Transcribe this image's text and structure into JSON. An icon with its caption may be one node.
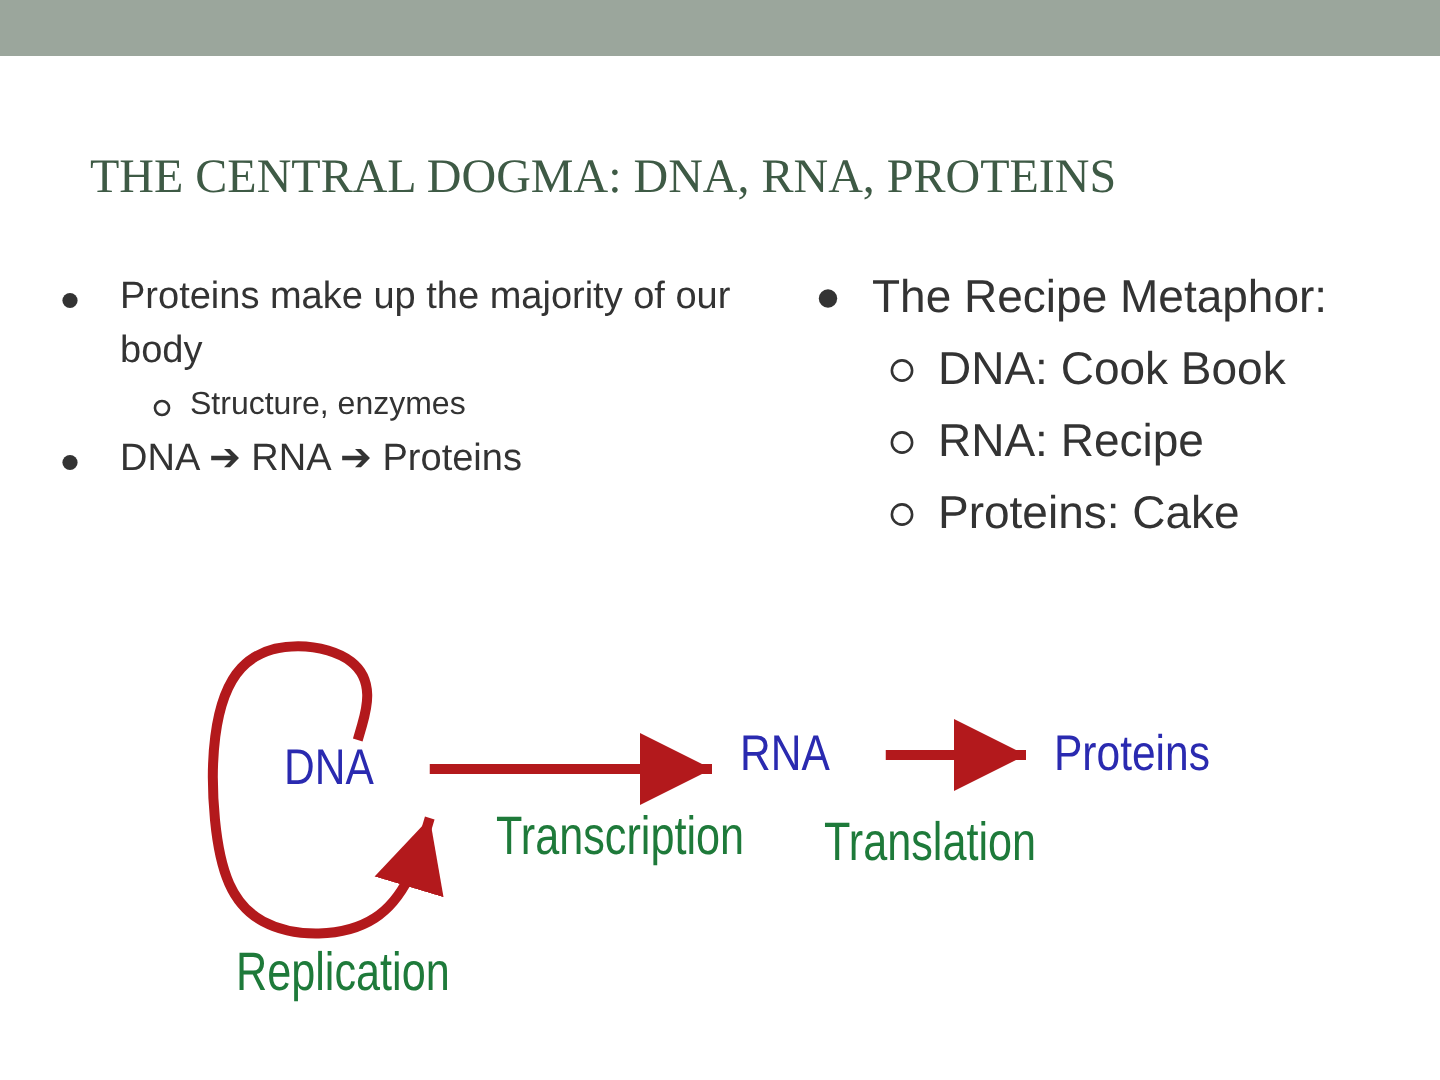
{
  "diagram": {
    "title": "THE CENTRAL DOGMA: DNA, RNA, PROTEINS",
    "nodes": [
      {
        "text": [
          "DNA"
        ]
      },
      {
        "text": [
          "RNA"
        ]
      },
      {
        "text": [
          "Proteins"
        ]
      }
    ],
    "edges": [
      {
        "from": 0,
        "to": 0,
        "arrow": "to",
        "label": "Replication"
      },
      {
        "from": 0,
        "to": 1,
        "arrow": "to",
        "label": "Transcription"
      },
      {
        "from": 1,
        "to": 2,
        "arrow": "to",
        "label": "Translation"
      }
    ],
    "labels": [
      "Proteins make up the majority of our body",
      "Structure, enzymes",
      "DNA ➔ RNA ➔ Proteins",
      "The Recipe Metaphor:",
      "DNA: Cook Book",
      "RNA: Recipe",
      "Proteins: Cake"
    ]
  }
}
